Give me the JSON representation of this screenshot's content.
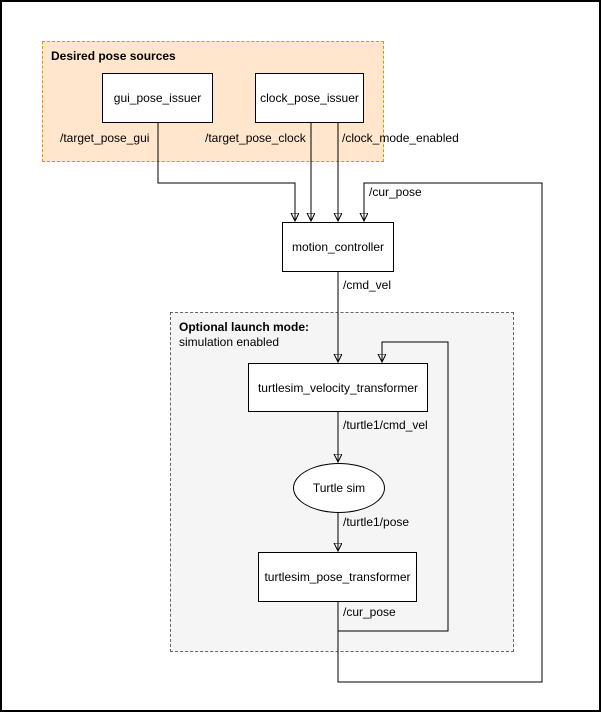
{
  "groups": {
    "desired": {
      "title": "Desired pose sources"
    },
    "optional": {
      "title": "Optional launch mode:",
      "subtitle": "simulation enabled"
    }
  },
  "nodes": {
    "gui": {
      "label": "gui_pose_issuer"
    },
    "clock": {
      "label": "clock_pose_issuer"
    },
    "motion": {
      "label": "motion_controller"
    },
    "velocity": {
      "label": "turtlesim_velocity_transformer"
    },
    "turtle": {
      "label": "Turtle sim"
    },
    "pose": {
      "label": "turtlesim_pose_transformer"
    }
  },
  "topics": {
    "target_pose_gui": "/target_pose_gui",
    "target_pose_clock": "/target_pose_clock",
    "clock_mode_enabled": "/clock_mode_enabled",
    "cur_pose_top": "/cur_pose",
    "cmd_vel": "/cmd_vel",
    "turtle1_cmd_vel": "/turtle1/cmd_vel",
    "turtle1_pose": "/turtle1/pose",
    "cur_pose_bottom": "/cur_pose"
  },
  "colors": {
    "pose_sources_fill": "#FFE6CC",
    "pose_sources_border": "#D79B00",
    "launch_mode_fill": "#F5F5F5",
    "launch_mode_border": "#666666",
    "node_fill": "#FFFFFF",
    "node_border": "#000000",
    "edge": "#000000",
    "text": "#000000"
  }
}
